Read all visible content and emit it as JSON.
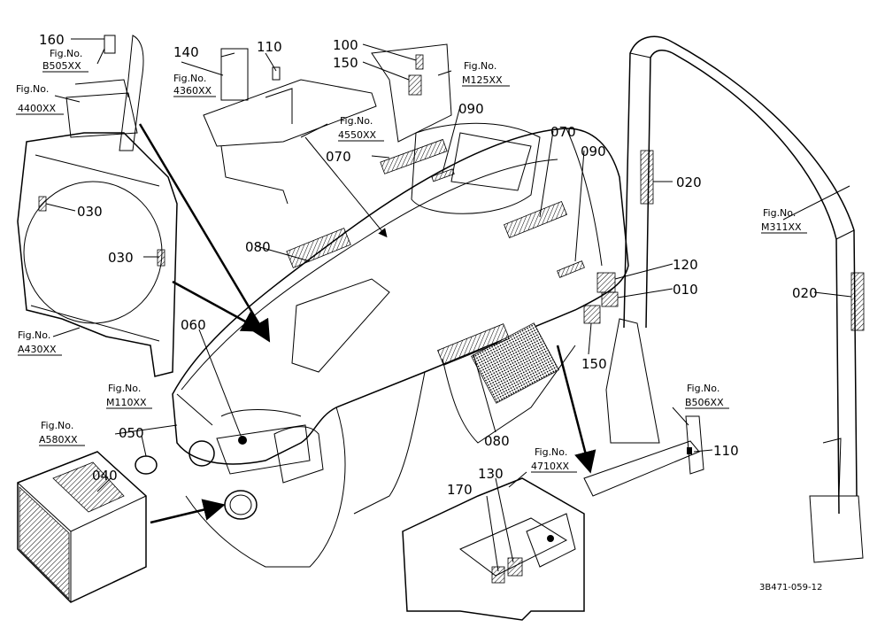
{
  "callouts": {
    "c160": "160",
    "c140": "140",
    "c110a": "110",
    "c100": "100",
    "c150a": "150",
    "c090a": "090",
    "c070a": "070",
    "c070b": "070",
    "c090b": "090",
    "c020a": "020",
    "c030a": "030",
    "c030b": "030",
    "c080a": "080",
    "c120": "120",
    "c010": "010",
    "c020b": "020",
    "c060": "060",
    "c150b": "150",
    "c050": "050",
    "c040": "040",
    "c080b": "080",
    "c110b": "110",
    "c170": "170",
    "c130": "130"
  },
  "figrefs": {
    "f_b505_a": "Fig.No.",
    "f_b505_b": "B505XX",
    "f_4400_a": "Fig.No.",
    "f_4400_b": "4400XX",
    "f_4360_a": "Fig.No.",
    "f_4360_b": "4360XX",
    "f_m125_a": "Fig.No.",
    "f_m125_b": "M125XX",
    "f_4550_a": "Fig.No.",
    "f_4550_b": "4550XX",
    "f_m311_a": "Fig.No.",
    "f_m311_b": "M311XX",
    "f_a430_a": "Fig.No.",
    "f_a430_b": "A430XX",
    "f_m110_a": "Fig.No.",
    "f_m110_b": "M110XX",
    "f_b506_a": "Fig.No.",
    "f_b506_b": "B506XX",
    "f_a580_a": "Fig.No.",
    "f_a580_b": "A580XX",
    "f_4710_a": "Fig.No.",
    "f_4710_b": "4710XX"
  },
  "drawing_ref": "3B471-059-12"
}
